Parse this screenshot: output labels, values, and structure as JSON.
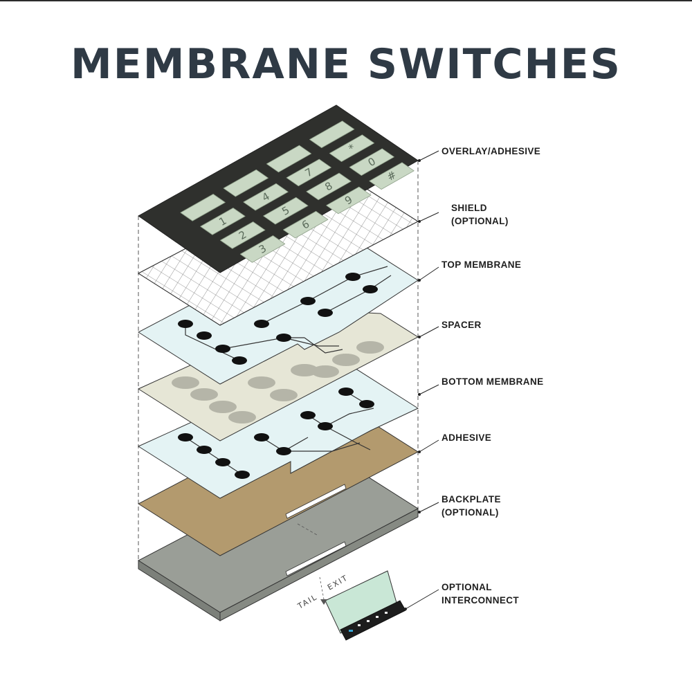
{
  "title": "MEMBRANE SWITCHES",
  "layers": [
    {
      "name": "overlay",
      "label": [
        "OVERLAY/ADHESIVE"
      ]
    },
    {
      "name": "shield",
      "label": [
        "SHIELD",
        "(OPTIONAL)"
      ]
    },
    {
      "name": "top-membrane",
      "label": [
        "TOP MEMBRANE"
      ]
    },
    {
      "name": "spacer",
      "label": [
        "SPACER"
      ]
    },
    {
      "name": "bottom-membrane",
      "label": [
        "BOTTOM MEMBRANE"
      ]
    },
    {
      "name": "adhesive",
      "label": [
        "ADHESIVE"
      ]
    },
    {
      "name": "backplate",
      "label": [
        "BACKPLATE",
        "(OPTIONAL)"
      ]
    },
    {
      "name": "interconnect",
      "label": [
        "OPTIONAL",
        "INTERCONNECT"
      ]
    }
  ],
  "keypad_keys": [
    "1",
    "2",
    "3",
    "4",
    "5",
    "6",
    "7",
    "8",
    "9",
    "*",
    "0",
    "#"
  ],
  "tail_exit": {
    "left": "TAIL",
    "right": "EXIT"
  },
  "colors": {
    "title": "#2f3a45",
    "overlay": "#2f302d",
    "key": "#c9d8c4",
    "membrane": "#e4f3f4",
    "spacer": "#e6e6d6",
    "adhesive": "#b39a6e",
    "backplate": "#9a9e97",
    "contact": "#111111"
  }
}
